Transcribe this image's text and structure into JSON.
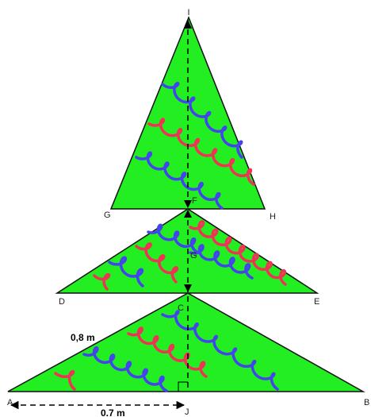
{
  "colors": {
    "fill": "#22ee22",
    "outline": "#111111",
    "garland_blue": "#4444ee",
    "garland_red": "#ee3355",
    "dash": "#000000"
  },
  "points": {
    "I": "I",
    "G": "G",
    "H": "H",
    "F": "F",
    "D": "D",
    "E": "E",
    "C": "C",
    "A": "A",
    "B": "B",
    "J": "J",
    "mid": "G"
  },
  "dimensions": {
    "slant": "0,8 m",
    "half_base": "0.7 m"
  }
}
